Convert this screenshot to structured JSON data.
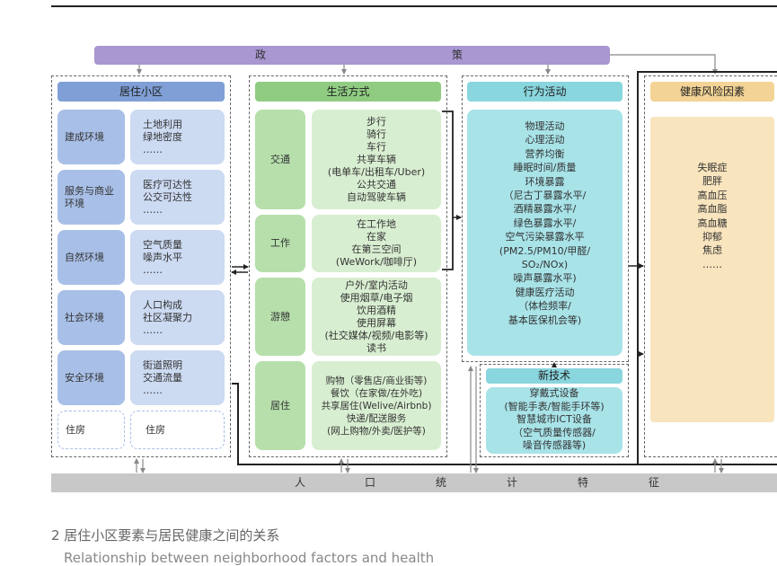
{
  "policy": {
    "chars": [
      "政",
      "策"
    ]
  },
  "residential": {
    "header": "居住小区",
    "rows": [
      {
        "label": "建成环境",
        "items": "土地利用\n绿地密度\n……"
      },
      {
        "label": "服务与商业\n环境",
        "items": "医疗可达性\n公交可达性\n……"
      },
      {
        "label": "自然环境",
        "items": "空气质量\n噪声水平\n……"
      },
      {
        "label": "社会环境",
        "items": "人口构成\n社区凝聚力\n……"
      },
      {
        "label": "安全环境",
        "items": "街道照明\n交通流量\n……"
      },
      {
        "label": "住房",
        "items": "住房"
      }
    ]
  },
  "lifestyle": {
    "header": "生活方式",
    "rows": [
      {
        "label": "交通",
        "items": "步行\n骑行\n车行\n共享车辆\n(电单车/出租车/Uber)\n公共交通\n自动驾驶车辆"
      },
      {
        "label": "工作",
        "items": "在工作地\n在家\n在第三空间\n(WeWork/咖啡厅)"
      },
      {
        "label": "游憩",
        "items": "户外/室内活动\n使用烟草/电子烟\n饮用酒精\n使用屏幕\n(社交媒体/视频/电影等)\n读书"
      },
      {
        "label": "居住",
        "items": "购物（零售店/商业街等)\n餐饮（在家做/在外吃)\n共享居住(Welive/Airbnb)\n快递/配送服务\n(网上购物/外卖/医护等)"
      }
    ]
  },
  "behavior": {
    "header": "行为活动",
    "items": "物理活动\n心理活动\n营养均衡\n睡眠时间/质量\n环境暴露\n（尼古丁暴露水平/\n酒精暴露水平/\n绿色暴露水平/\n空气污染暴露水平\n(PM2.5/PM10/甲醛/\nSO₂/NOx)\n噪声暴露水平)\n健康医疗活动\n（体检频率/\n基本医保机会等)"
  },
  "tech": {
    "header": "新技术",
    "items": "穿戴式设备\n(智能手表/智能手环等)\n智慧城市ICT设备\n（空气质量传感器/\n噪音传感器等)"
  },
  "health": {
    "header": "健康风险因素",
    "items": "失眠症\n肥胖\n高血压\n高血脂\n高血糖\n抑郁\n焦虑\n……"
  },
  "population": {
    "chars": [
      "人",
      "口",
      "统",
      "计",
      "特",
      "征"
    ]
  },
  "caption": {
    "cn": "2 居住小区要素与居民健康之间的关系",
    "en": "Relationship between neighborhood factors and health"
  },
  "colors": {
    "policy": "#a897d1",
    "residential": "#7f9fd6",
    "lifestyle": "#8fcc82",
    "behavior": "#89d6de",
    "health": "#f3d496",
    "population": "#c8c8c8"
  }
}
